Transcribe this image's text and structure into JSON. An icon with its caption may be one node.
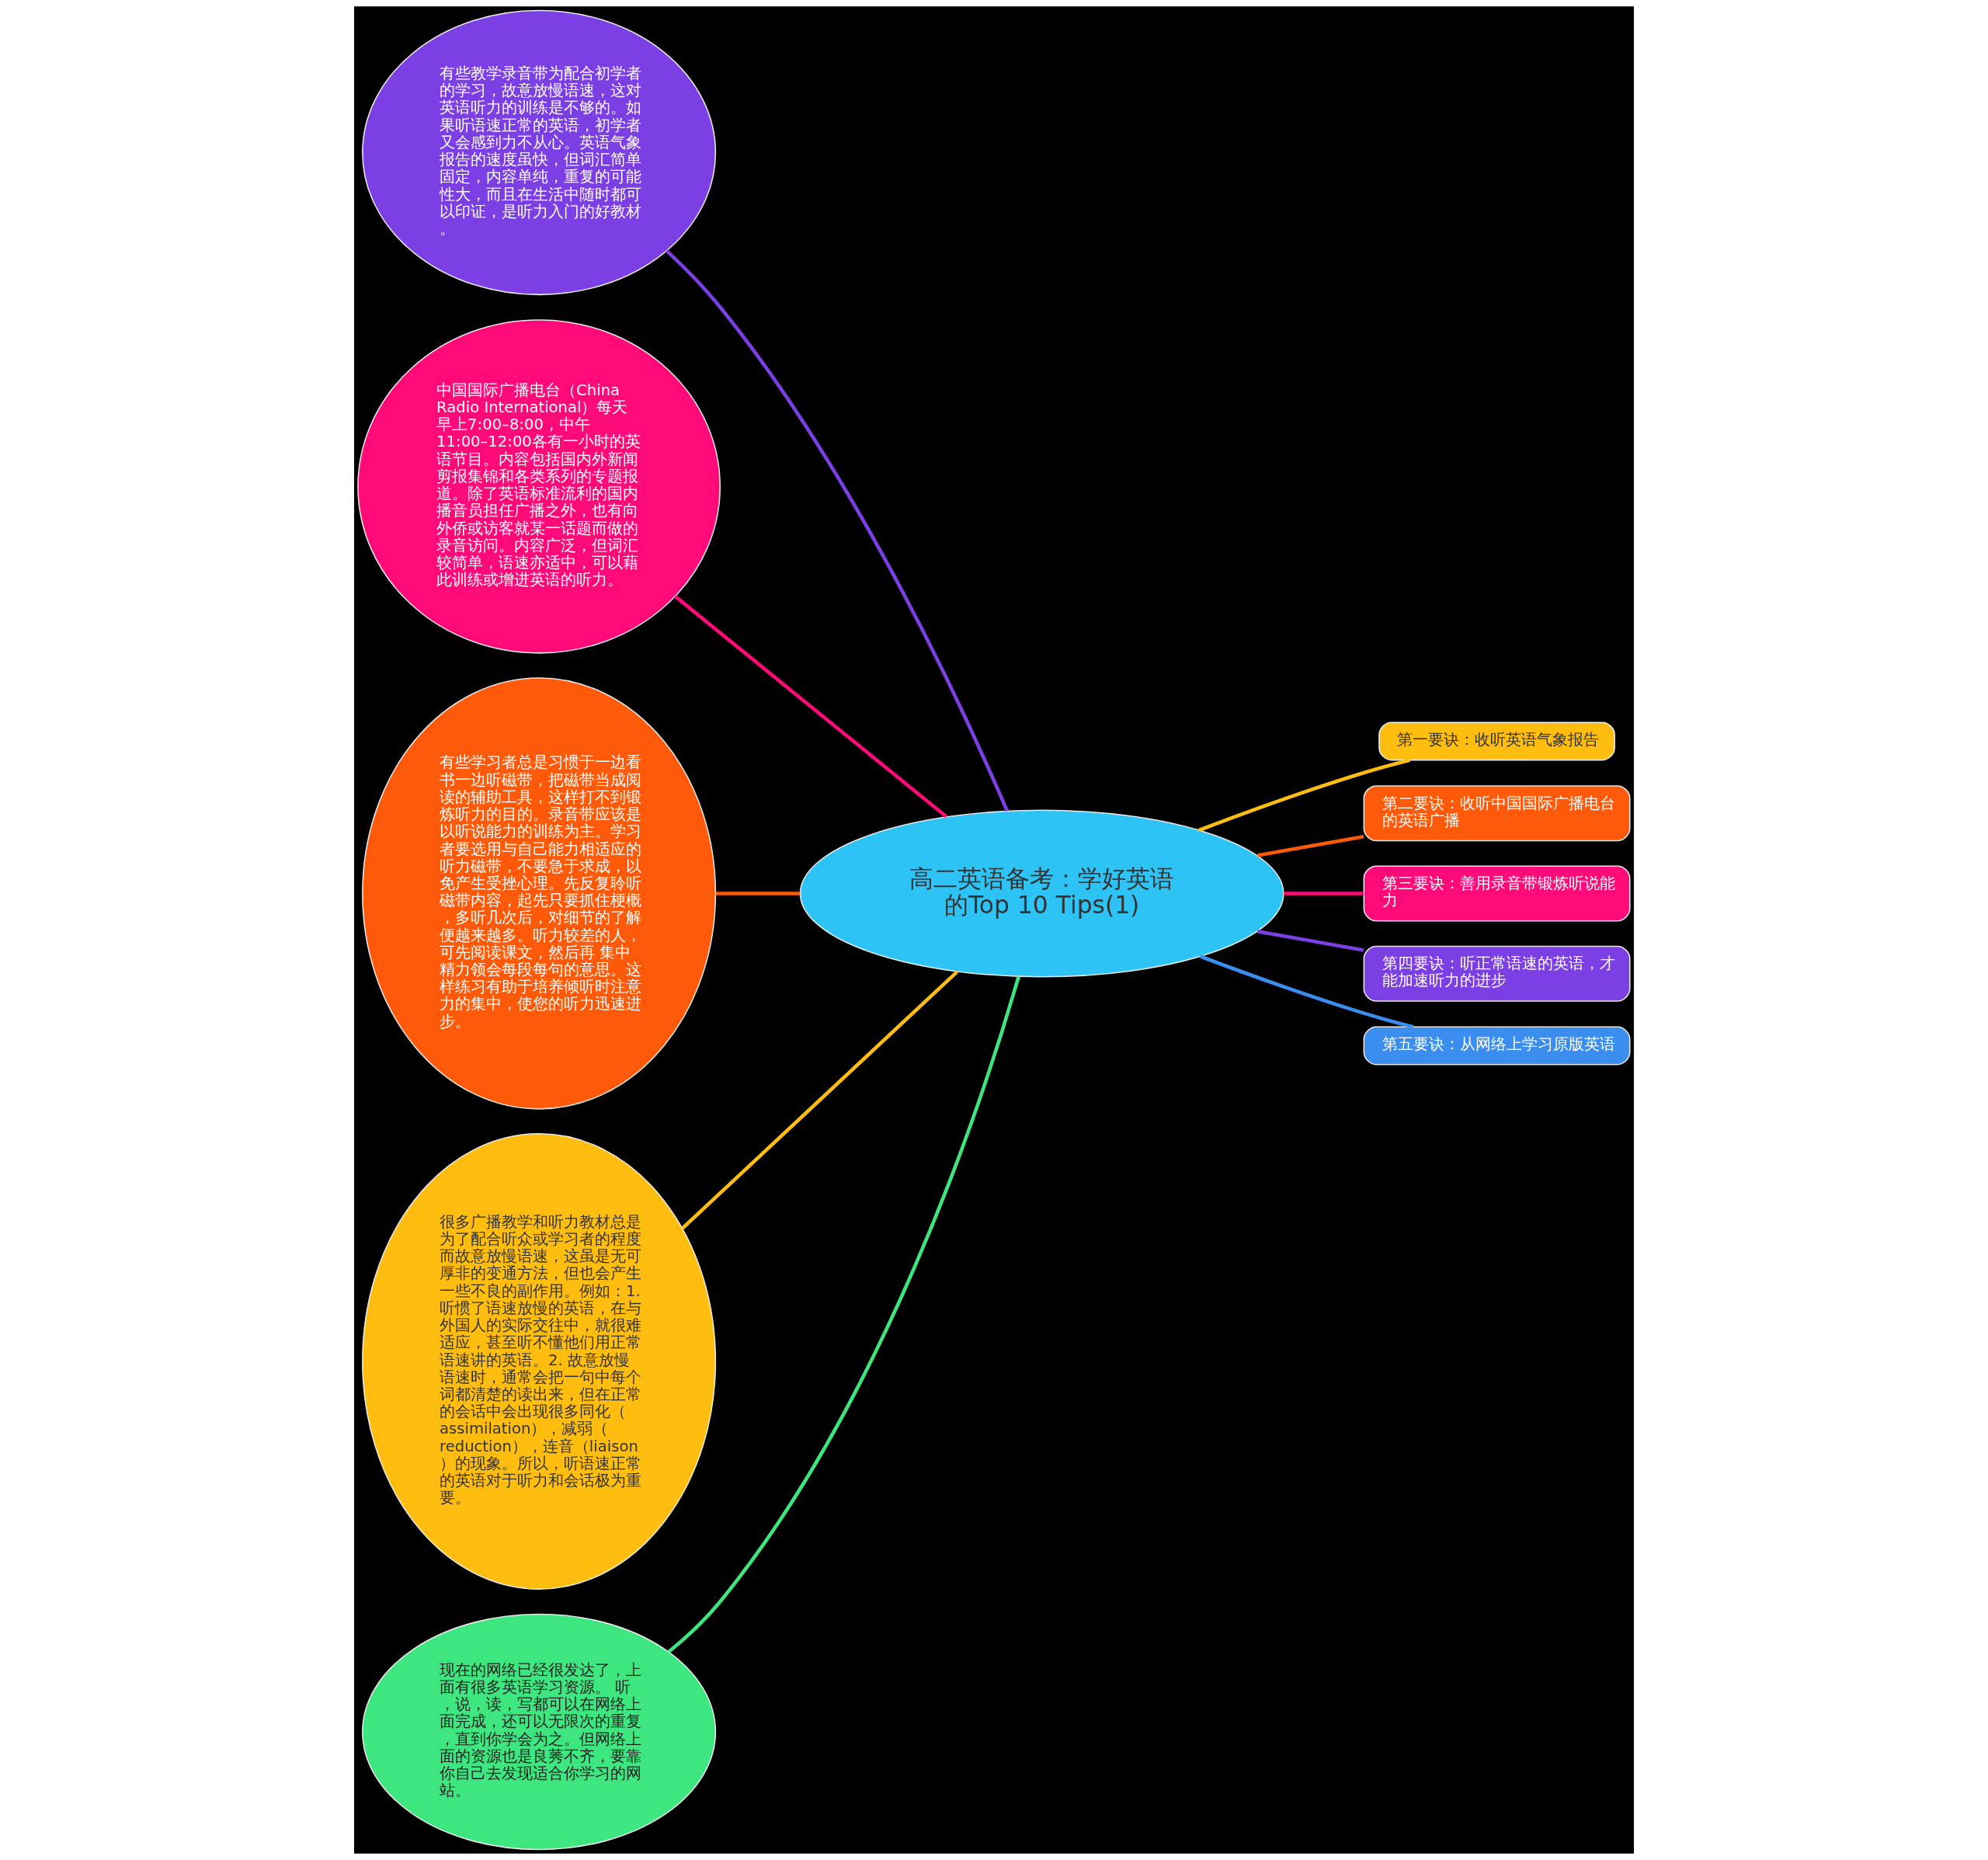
{
  "diagram": {
    "nodes": [
      {
        "text": [
          "有些教学录音带为配合初学者的学习，故意放慢语速，这对英语听力的训练是不够的。如果听语速正常的英语，初学者又会感到力不从心。英语气象报告的速度虽快，但词汇简单固定，内容单纯，重复的可能性大，而且在生活中随时都可以印证，是听力入门的好教材。"
        ]
      },
      {
        "text": [
          "中国国际广播电台（China Radio International）每天早上7:00–8:00，中午11:00–12:00各有一小时的英语节目。内容包括国内外新闻剪报集锦和各类系列的专题报道。除了英语标准流利的国内播音员担任广播之外，也有向外侨或访客就某一话题而做的录音访问。内容广泛，但词汇较简单，语速亦适中，可以藉此训练或增进英语的听力。"
        ]
      },
      {
        "text": [
          "有些学习者总是习惯于一边看书一边听磁带，把磁带当成阅读的辅助工具，这样打不到锻炼听力的目的。录音带应该是以听说能力的训练为主。学习者要选用与自己能力相适应的听力磁带，不要急于求成，以免产生受挫心理。先反复聆听磁带内容，起先只要抓住梗概，多听几次后，对细节的了解便越来越多。听力较差的人，可先阅读课文，然后再 集中精力领会每段每句的意思。这样练习有助于培养倾听时注意力的集中，使您的听力迅速进步。"
        ]
      },
      {
        "text": [
          "很多广播教学和听力教材总是为了配合听众或学习者的程度而故意放慢语速，这虽是无可厚非的变通方法，但也会产生一些不良的副作用。例如：1.听惯了语速放慢的英语，在与外国人的实际交往中，就很难适应，甚至听不懂他们用正常语速讲的英语。2. 故意放慢语速时，通常会把一句中每个词都清楚的读出来，但在正常的会话中会出现很多同化（assimilation），减弱（reduction），连音（liaison）的现象。所以，听语速正常的英语对于听力和会话极为重要。"
        ]
      },
      {
        "text": [
          "现在的网络已经很发达了，上面有很多英语学习资源。 听，说，读，写都可以在网络上面完成，还可以无限次的重复，直到你学会为之。但网络上面的资源也是良莠不齐，要靠你自己去发现适合你学习的网站。"
        ]
      },
      {
        "text": [
          "高二英语备考：学好英语的Top 10 Tips(1)"
        ]
      },
      {
        "text": [
          "第一要诀：收听英语气象报告"
        ]
      },
      {
        "text": [
          "第二要诀：收听中国国际广播电台的英语广播"
        ]
      },
      {
        "text": [
          "第三要诀：善用录音带锻炼听说能力"
        ]
      },
      {
        "text": [
          "第四要诀：听正常语速的英语，才能加速听力的进步"
        ]
      },
      {
        "text": [
          "第五要诀：从网络上学习原版英语"
        ]
      }
    ],
    "edges": [
      {
        "from": 0,
        "to": 5,
        "arrow": "none",
        "color": "#7b3fe4"
      },
      {
        "from": 1,
        "to": 5,
        "arrow": "none",
        "color": "#ff0a78"
      },
      {
        "from": 2,
        "to": 5,
        "arrow": "none",
        "color": "#ff5a0a"
      },
      {
        "from": 3,
        "to": 5,
        "arrow": "none",
        "color": "#ffbe0f"
      },
      {
        "from": 4,
        "to": 5,
        "arrow": "none",
        "color": "#3ee67f"
      },
      {
        "from": 5,
        "to": 6,
        "arrow": "none",
        "color": "#ffbe0f"
      },
      {
        "from": 5,
        "to": 7,
        "arrow": "none",
        "color": "#ff5a0a"
      },
      {
        "from": 5,
        "to": 8,
        "arrow": "none",
        "color": "#ff0a78"
      },
      {
        "from": 5,
        "to": 9,
        "arrow": "none",
        "color": "#7b3fe4"
      },
      {
        "from": 5,
        "to": 10,
        "arrow": "none",
        "color": "#3b8ef0"
      }
    ]
  }
}
